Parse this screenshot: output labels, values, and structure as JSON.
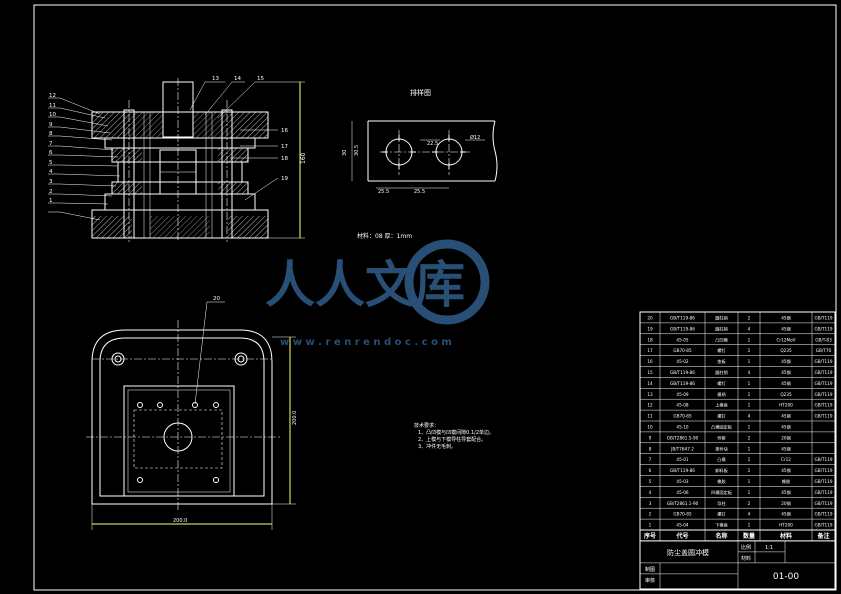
{
  "views": {
    "strip_title": "排样图",
    "material_note": "材料：08 厚：1mm",
    "tech_title": "技术要求：",
    "tech_lines": [
      "1、凸凹模与凹模间隙0.1/2单边。",
      "2、上模与下模导柱导套配合。",
      "3、冲件无毛刺。"
    ],
    "section_callouts": [
      "13",
      "14",
      "15",
      "12",
      "11",
      "10",
      "9",
      "8",
      "7",
      "6",
      "5",
      "4",
      "3",
      "2",
      "1",
      "16",
      "17",
      "18",
      "19"
    ],
    "top_callout": "20",
    "dim_labels": {
      "section_height": "160",
      "strip_left": "30.5",
      "strip_pitch": "22.5",
      "strip_width": "30",
      "strip_len1": "25.5",
      "strip_len2": "25.5",
      "strip_dia": "Ø12",
      "plan_width": "200.0",
      "plan_height": "200.0"
    }
  },
  "watermark": {
    "brand": "人人文库",
    "url": "w w w . r e n r e n d o c . c o m"
  },
  "bom": {
    "rows": [
      [
        "20",
        "GB/T119-86",
        "圆柱销",
        "2",
        "45钢",
        "GB/T119"
      ],
      [
        "19",
        "GB/T119-86",
        "圆柱销",
        "4",
        "45钢",
        "GB/T119"
      ],
      [
        "18",
        "45-05",
        "凸凹模",
        "1",
        "Cr12MoV",
        "GB/T-83"
      ],
      [
        "17",
        "GB70-85",
        "螺钉",
        "1",
        "Q235",
        "GB/T70"
      ],
      [
        "16",
        "45-02",
        "垫板",
        "1",
        "45钢",
        "GB/T119"
      ],
      [
        "15",
        "GB/T119-86",
        "圆柱销",
        "4",
        "45钢",
        "GB/T119"
      ],
      [
        "14",
        "GB/T119-86",
        "螺钉",
        "1",
        "45钢",
        "GB/T119"
      ],
      [
        "13",
        "45-09",
        "模柄",
        "1",
        "Q235",
        "GB/T119"
      ],
      [
        "12",
        "45-08",
        "上模座",
        "1",
        "HT200",
        "GB/T119"
      ],
      [
        "11",
        "GB70-85",
        "螺钉",
        "4",
        "45钢",
        "GB/T119"
      ],
      [
        "10",
        "45-10",
        "凸模固定板",
        "1",
        "45钢",
        ""
      ],
      [
        "9",
        "GB/T2861.5-90",
        "导套",
        "2",
        "20钢",
        ""
      ],
      [
        "8",
        "JB/T7647.2",
        "推件块",
        "1",
        "45钢",
        ""
      ],
      [
        "7",
        "45-01",
        "凸模",
        "1",
        "Cr12",
        "GB/T119"
      ],
      [
        "6",
        "GB/T119-86",
        "卸料板",
        "1",
        "45钢",
        "GB/T119"
      ],
      [
        "5",
        "45-03",
        "橡胶",
        "1",
        "橡胶",
        "GB/T119"
      ],
      [
        "4",
        "45-06",
        "凹模固定板",
        "1",
        "45钢",
        "GB/T119"
      ],
      [
        "3",
        "GB/T2861.1-90",
        "导柱",
        "2",
        "20钢",
        "GB/T119"
      ],
      [
        "2",
        "GB70-85",
        "螺钉",
        "4",
        "45钢",
        "GB/T119"
      ],
      [
        "1",
        "45-04",
        "下模座",
        "1",
        "HT200",
        "GB/T119"
      ]
    ],
    "header": [
      "序号",
      "代号",
      "名称",
      "数量",
      "材料",
      "备注"
    ],
    "title": "防尘盖圆冲模",
    "scale_label": "比例",
    "scale_value": "1:1",
    "material_label": "材料",
    "designer_label": "制图",
    "checker_label": "审核",
    "drawing_no": "01-00"
  }
}
